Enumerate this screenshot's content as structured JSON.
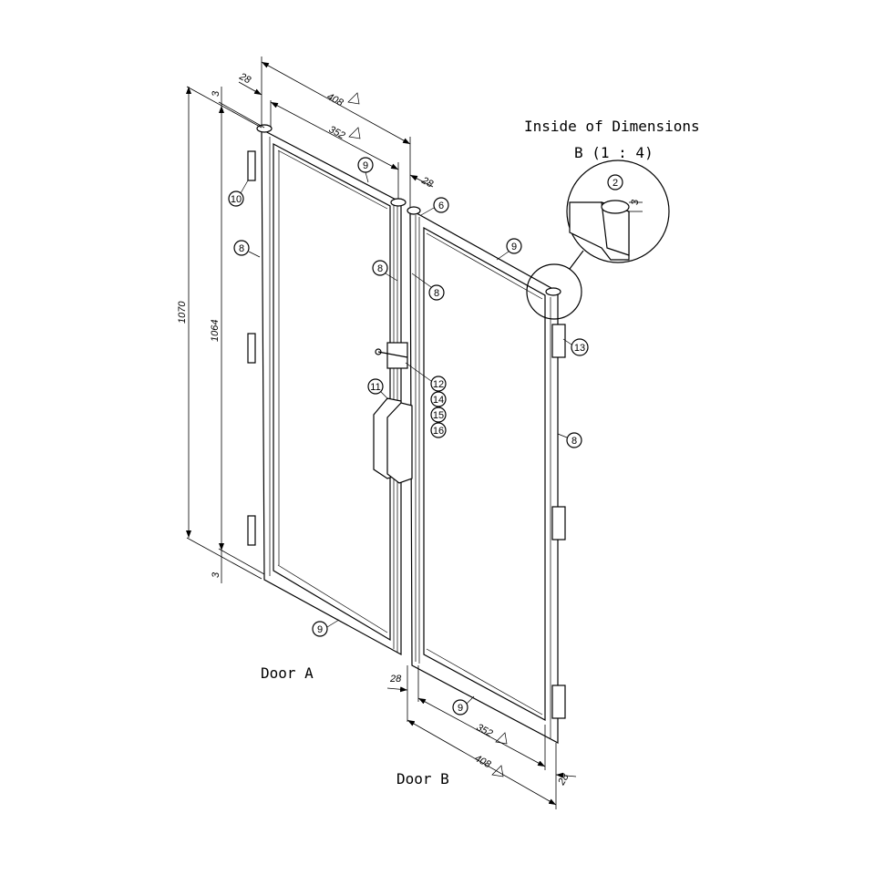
{
  "title": "Inside of Dimensions",
  "detail_label": "B (1 : 4)",
  "door_a_label": "Door A",
  "door_b_label": "Door B",
  "dimensions": {
    "a_overall": "408",
    "a_inner": "352",
    "a_left_post": "28",
    "a_right_post": "28",
    "height_overall": "1070",
    "height_inner": "1064",
    "top_gap": "3",
    "bottom_gap": "3",
    "b_left_post": "28",
    "b_inner": "352",
    "b_overall": "408",
    "b_right_post": "28",
    "detail_gap": "3"
  },
  "part_numbers": {
    "p9_top_a": "9",
    "p10": "10",
    "p8_left_a": "8",
    "p8_mid_a": "8",
    "p8_mid_b": "8",
    "p6": "6",
    "p9_top_b": "9",
    "p2": "2",
    "p13": "13",
    "p12": "12",
    "p14": "14",
    "p15": "15",
    "p16": "16",
    "p11": "11",
    "p8_right_b": "8",
    "p9_bottom_a": "9",
    "p9_bottom_b": "9"
  }
}
